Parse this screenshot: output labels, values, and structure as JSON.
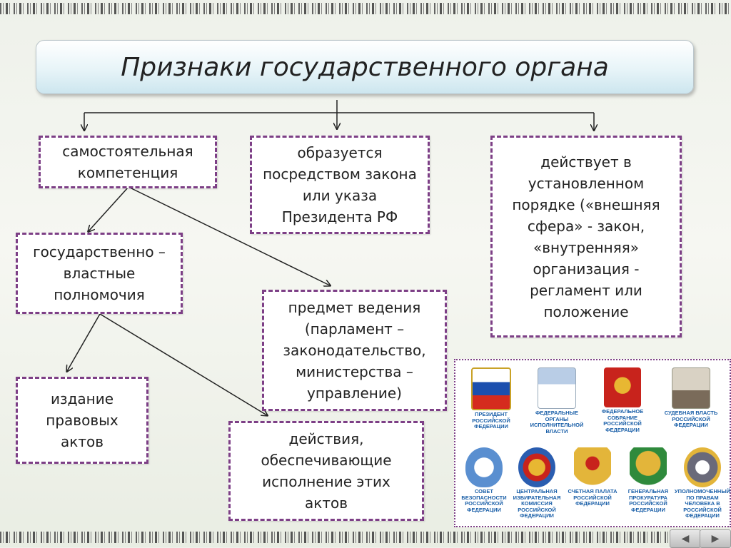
{
  "title": "Признаки государственного органа",
  "boxes": {
    "competence": "самостоятельная компетенция",
    "formed_by": "образуется посредством закона или указа Президента РФ",
    "order": "действует в установленном порядке («внешняя сфера» - закон, «внутренняя» организация - регламент или положение",
    "powers": "государственно – властные полномочия",
    "subject": "предмет ведения (парламент – законодательство, министерства – управление)",
    "issuing": "издание правовых актов",
    "actions": "действия, обеспечивающие исполнение этих актов"
  },
  "emblems": [
    {
      "caption": "ПРЕЗИДЕНТ РОССИЙСКОЙ ФЕДЕРАЦИИ",
      "icon": "flag-emblem-icon"
    },
    {
      "caption": "ФЕДЕРАЛЬНЫЕ ОРГАНЫ ИСПОЛНИТЕЛЬНОЙ ВЛАСТИ",
      "icon": "building-icon"
    },
    {
      "caption": "ФЕДЕРАЛЬНОЕ СОБРАНИЕ РОССИЙСКОЙ ФЕДЕРАЦИИ",
      "icon": "eagle-red-icon"
    },
    {
      "caption": "СУДЕБНАЯ ВЛАСТЬ РОССИЙСКОЙ ФЕДЕРАЦИИ",
      "icon": "court-building-icon"
    },
    {
      "caption": "СОВЕТ БЕЗОПАСНОСТИ РОССИЙСКОЙ ФЕДЕРАЦИИ",
      "icon": "shield-icon"
    },
    {
      "caption": "ЦЕНТРАЛЬНАЯ ИЗБИРАТЕЛЬНАЯ КОМИССИЯ РОССИЙСКОЙ ФЕДЕРАЦИИ",
      "icon": "round-seal-icon"
    },
    {
      "caption": "СЧЕТНАЯ ПАЛАТА РОССИЙСКОЙ ФЕДЕРАЦИИ",
      "icon": "eagle-gold-icon"
    },
    {
      "caption": "ГЕНЕРАЛЬНАЯ ПРОКУРАТУРА РОССИЙСКОЙ ФЕДЕРАЦИИ",
      "icon": "eagle-green-icon"
    },
    {
      "caption": "УПОЛНОМОЧЕННЫЙ ПО ПРАВАМ ЧЕЛОВЕКА В РОССИЙСКОЙ ФЕДЕРАЦИИ",
      "icon": "badge-icon"
    }
  ],
  "colors": {
    "border": "#7d3f86",
    "caption": "#1a5fa8"
  }
}
